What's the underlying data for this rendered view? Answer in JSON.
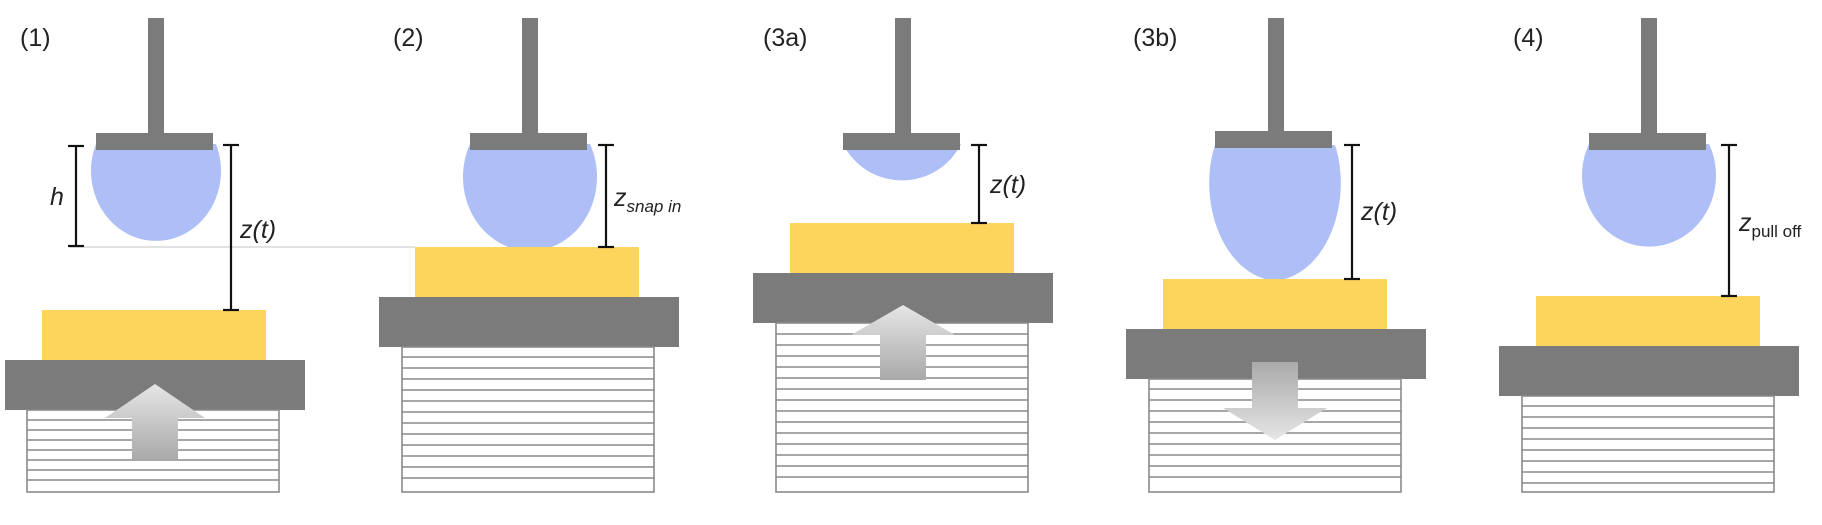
{
  "panels": [
    {
      "label": "(1)",
      "measurements": [
        {
          "symbol": "h"
        },
        {
          "symbol": "z(t)"
        }
      ],
      "arrow": "up"
    },
    {
      "label": "(2)",
      "measurements": [
        {
          "symbol": "z",
          "subscript": "snap in"
        }
      ],
      "arrow": "none"
    },
    {
      "label": "(3a)",
      "measurements": [
        {
          "symbol": "z(t)"
        }
      ],
      "arrow": "up"
    },
    {
      "label": "(3b)",
      "measurements": [
        {
          "symbol": "z(t)"
        }
      ],
      "arrow": "down"
    },
    {
      "label": "(4)",
      "measurements": [
        {
          "symbol": "z",
          "subscript": "pull off"
        }
      ],
      "arrow": "none"
    }
  ],
  "colors": {
    "probe": "#7b7b7b",
    "droplet": "#aebff8",
    "substrate": "#fdd45c",
    "stage": "#7b7b7b",
    "stack_outline": "#8a8a8a",
    "arrow_fill": "#bdbdbd",
    "reference_line": "#e2e2e2"
  }
}
